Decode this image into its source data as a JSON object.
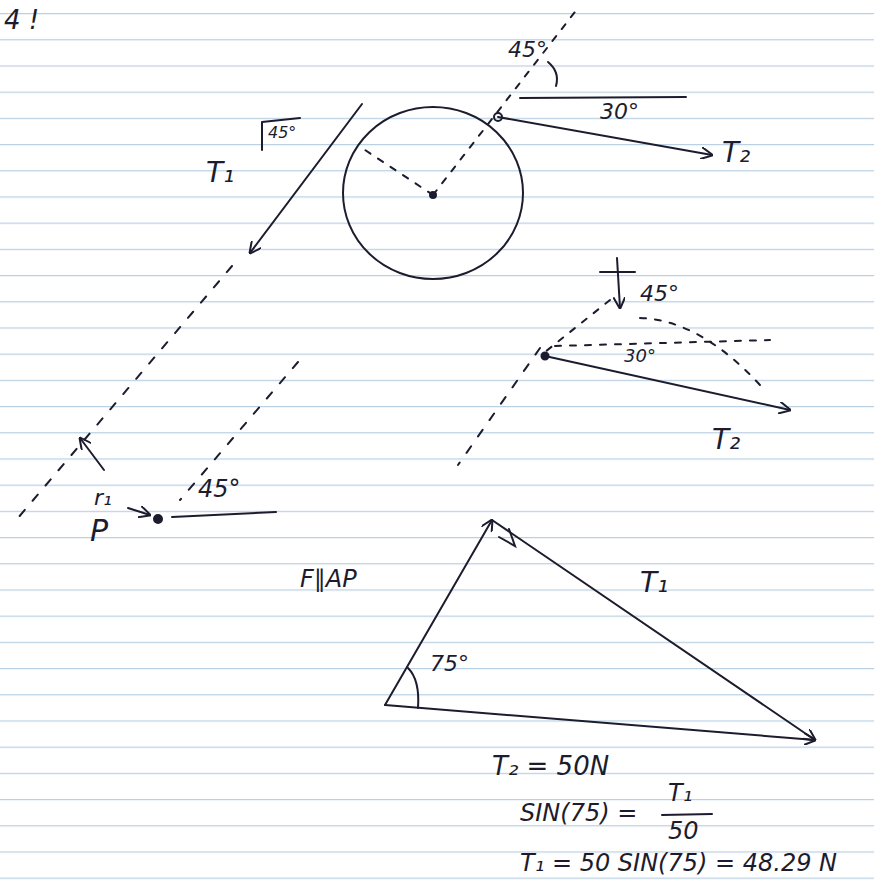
{
  "diagram": {
    "labels": [
      "4 !",
      "45°",
      "30°",
      "T₂",
      "45°",
      "T₁",
      "45°",
      "30°",
      "T₂",
      "r₁",
      "P",
      "45°",
      "F∥AP",
      "75°",
      "T₁",
      "T₂ = 50N",
      "SIN(75) =",
      "T₁",
      "50",
      "T₁ = 50 SIN(75) = 48.29 N"
    ]
  }
}
